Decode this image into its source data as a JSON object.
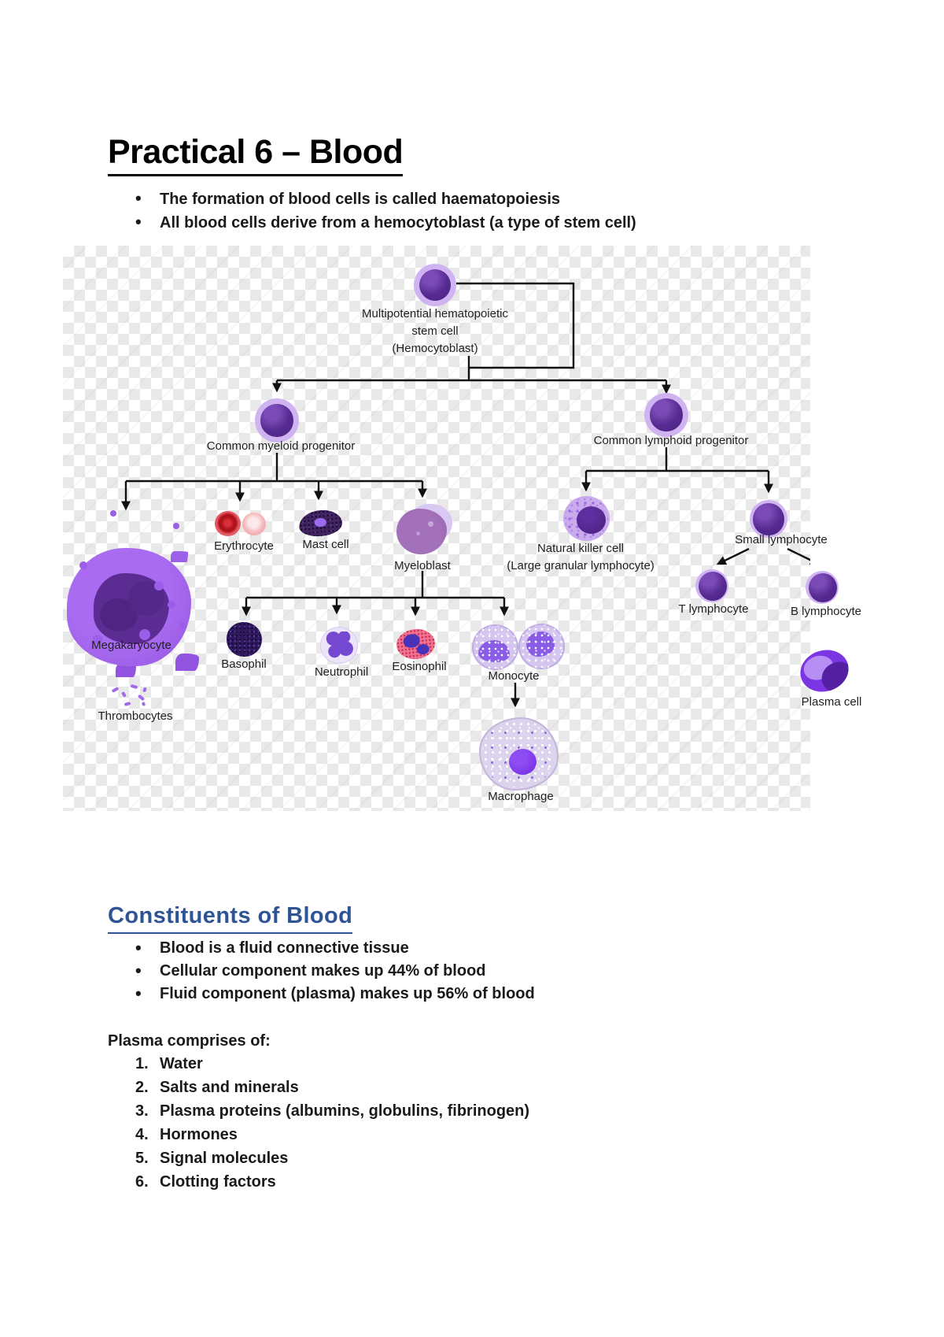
{
  "page_title": "Practical 6 – Blood",
  "intro": {
    "bullets": [
      "The formation of blood cells is called haematopoiesis",
      "All blood cells derive from a hemocytoblast (a type of stem cell)"
    ]
  },
  "diagram": {
    "labels": {
      "hemocytoblast_line1": "Multipotential hematopoietic",
      "hemocytoblast_line2": "stem cell",
      "hemocytoblast_line3": "(Hemocytoblast)",
      "common_myeloid_progenitor": "Common myeloid progenitor",
      "common_lymphoid_progenitor": "Common lymphoid progenitor",
      "erythrocyte": "Erythrocyte",
      "mast_cell": "Mast cell",
      "myeloblast": "Myeloblast",
      "megakaryocyte": "Megakaryocyte",
      "thrombocytes": "Thrombocytes",
      "basophil": "Basophil",
      "neutrophil": "Neutrophil",
      "eosinophil": "Eosinophil",
      "monocyte": "Monocyte",
      "macrophage": "Macrophage",
      "natural_killer_line1": "Natural killer cell",
      "natural_killer_line2": "(Large granular lymphocyte)",
      "small_lymphocyte": "Small lymphocyte",
      "t_lymphocyte": "T lymphocyte",
      "b_lymphocyte": "B lymphocyte",
      "plasma_cell": "Plasma cell"
    },
    "colors": {
      "cell_nucleus_purple": "#562b92",
      "cell_halo_lavender": "#d0b4f2",
      "megakaryocyte_body": "#a06ae8",
      "erythrocyte_red": "#c4151f",
      "erythrocyte_pink": "#f5b7bb",
      "basophil_dark": "#301a5c",
      "eosinophil_pink": "#ee7490",
      "checker_gray": "#e9e9e9",
      "connector_black": "#111111"
    }
  },
  "constituents": {
    "heading": "Constituents of Blood",
    "heading_color": "#2F5496",
    "bullets": [
      "Blood is a fluid connective tissue",
      "Cellular component makes up 44% of blood",
      "Fluid component (plasma) makes up 56% of blood"
    ],
    "plasma_intro": "Plasma comprises of:",
    "plasma_items": [
      "Water",
      "Salts and minerals",
      "Plasma proteins (albumins, globulins, fibrinogen)",
      "Hormones",
      "Signal molecules",
      "Clotting factors"
    ]
  }
}
